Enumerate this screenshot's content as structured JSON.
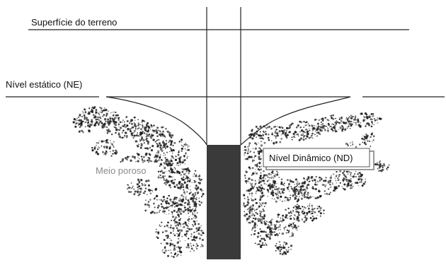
{
  "labels": {
    "surface": "Superfície do terreno",
    "static_level": "Nível estático (NE)",
    "dynamic_level": "Nível Dinâmico (ND)",
    "porous_medium": "Meio poroso"
  },
  "colors": {
    "line": "#222222",
    "well_filter": "#3a3a3a",
    "gravel": "#1e1e1e",
    "porous_label": "#8a8a8a",
    "nd_box_shadow": "#9a9a9a"
  }
}
